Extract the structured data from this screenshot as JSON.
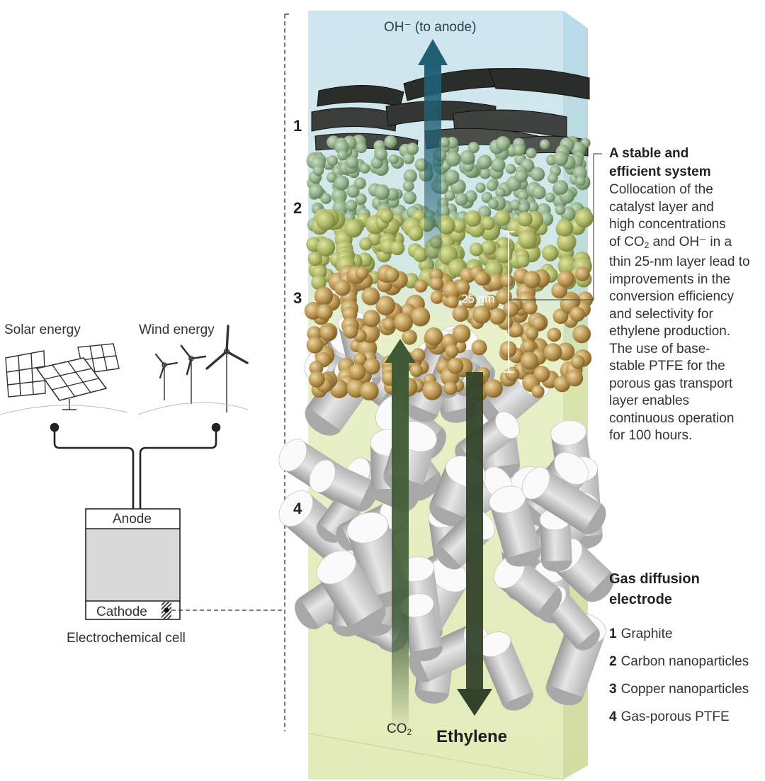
{
  "energy": {
    "solar_label": "Solar energy",
    "wind_label": "Wind energy"
  },
  "cell": {
    "anode_label": "Anode",
    "cathode_label": "Cathode",
    "caption": "Electrochemical cell"
  },
  "column": {
    "top_flow_label": "OH⁻ (to anode)",
    "co2_label": "CO",
    "co2_sub": "2",
    "ethylene_label": "Ethylene",
    "scale_label": "25 nm",
    "layer_numbers": [
      "1",
      "2",
      "3",
      "4"
    ]
  },
  "callout": {
    "title_lines": [
      "A stable and",
      "efficient system"
    ],
    "line1": "Collocation of the",
    "line2": "catalyst layer and",
    "line3": "high concentrations",
    "line4_pre": "of CO",
    "line4_sub": "2",
    "line4_post": " and OH⁻ in a",
    "line5": "thin 25-nm layer lead to",
    "line6": "improvements in the",
    "line7": "conversion efficiency",
    "line8": "and selectivity for",
    "line9": "ethylene production.",
    "line10": "The use of base-",
    "line11": "stable PTFE for the",
    "line12": "porous gas transport",
    "line13": "layer enables",
    "line14": "continuous operation",
    "line15": "for 100 hours."
  },
  "legend": {
    "title_lines": [
      "Gas diffusion",
      "electrode"
    ],
    "items": [
      {
        "num": "1",
        "label": "Graphite"
      },
      {
        "num": "2",
        "label": "Carbon nanoparticles"
      },
      {
        "num": "3",
        "label": "Copper nanoparticles"
      },
      {
        "num": "4",
        "label": "Gas-porous PTFE"
      }
    ]
  },
  "colors": {
    "graphite": "#2b2d2b",
    "carbon": "#8fae86",
    "copper": "#b8934e",
    "ptfe": "#d9d9d9",
    "oh_arrow": "#1f5f74",
    "co2_arrow": "#3e5a34",
    "ethylene_arrow": "#33422a"
  }
}
